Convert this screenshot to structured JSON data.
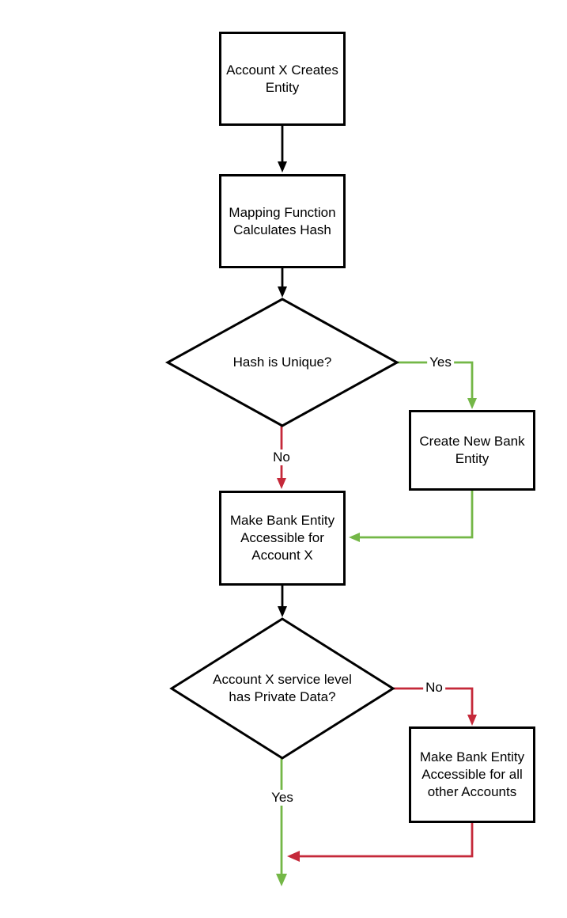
{
  "colors": {
    "connector_black": "#000000",
    "yes_branch_green": "#74b747",
    "no_branch_red": "#c5293a",
    "node_fill": "#ffffff",
    "node_border": "#000000",
    "canvas_background": "#ffffff",
    "text": "#000000"
  },
  "flowchart": {
    "nodes": {
      "account_creates_entity": {
        "type": "process",
        "label": "Account X Creates Entity"
      },
      "mapping_function_hash": {
        "type": "process",
        "label": "Mapping Function Calculates Hash"
      },
      "hash_is_unique": {
        "type": "decision",
        "label": "Hash is Unique?"
      },
      "create_new_bank_entity": {
        "type": "process",
        "label": "Create New Bank Entity"
      },
      "make_accessible_account_x": {
        "type": "process",
        "label": "Make Bank Entity Accessible for Account X"
      },
      "service_level_private_data": {
        "type": "decision",
        "label": "Account X service level has Private Data?"
      },
      "make_accessible_all_accounts": {
        "type": "process",
        "label": "Make Bank Entity Accessible for all other Accounts"
      }
    },
    "edges": {
      "hash_unique_yes": {
        "from": "hash_is_unique",
        "to": "create_new_bank_entity",
        "label": "Yes"
      },
      "hash_unique_no": {
        "from": "hash_is_unique",
        "to": "make_accessible_account_x",
        "label": "No"
      },
      "private_data_no": {
        "from": "service_level_private_data",
        "to": "make_accessible_all_accounts",
        "label": "No"
      },
      "private_data_yes": {
        "from": "service_level_private_data",
        "to": "flow_end",
        "label": "Yes"
      }
    }
  }
}
